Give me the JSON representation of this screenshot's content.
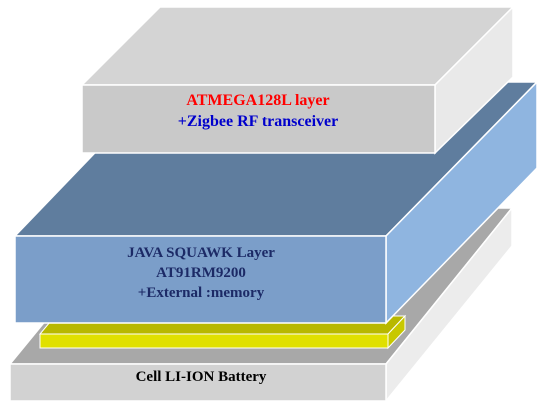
{
  "layers": {
    "top": {
      "line1": "ATMEGA128L layer",
      "line2": "+Zigbee RF transceiver",
      "colors": {
        "front": "#c9c9c9",
        "top": "#d4d4d4",
        "side": "#e9e9e9",
        "line1_text": "#ff0000",
        "line2_text": "#0000cc"
      }
    },
    "middle": {
      "line1": "JAVA SQUAWK Layer",
      "line2": "AT91RM9200",
      "line3": "+External :memory",
      "colors": {
        "front": "#7b9ec9",
        "top": "#5f7d9e",
        "side": "#8fb5e0",
        "text": "#1c2a66"
      }
    },
    "connector": {
      "colors": {
        "front": "#e0e000",
        "top": "#b8b800",
        "side": "#c8c800"
      }
    },
    "bottom": {
      "line1": "Cell LI-ION Battery",
      "colors": {
        "front": "#d2d2d2",
        "top": "#a8a8a8",
        "side": "#ececec",
        "text": "#000000"
      }
    }
  }
}
